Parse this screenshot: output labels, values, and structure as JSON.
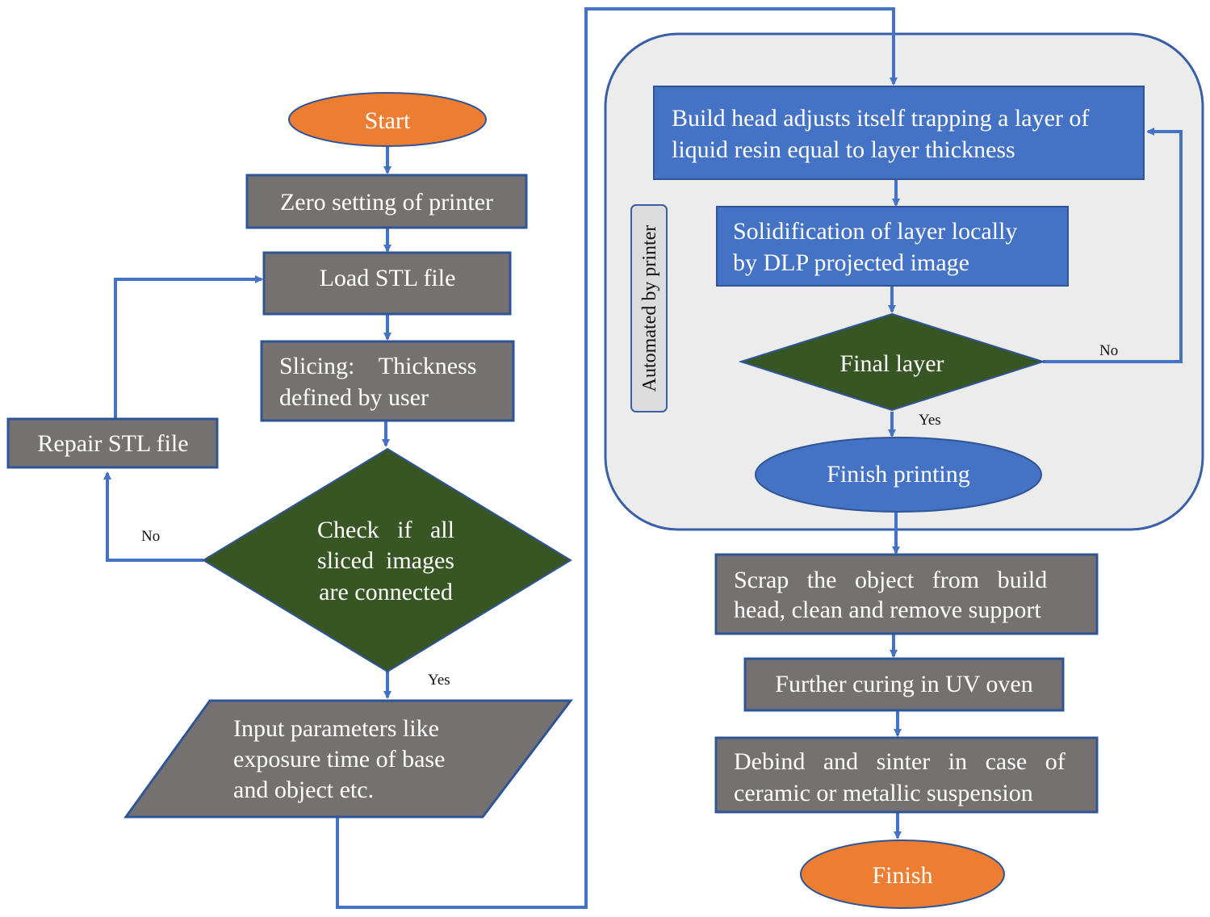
{
  "colors": {
    "orange": "#ed7d31",
    "gray": "#767171",
    "blue": "#4472c4",
    "green": "#375623",
    "panel": "#ececec",
    "edge": "#4472c4"
  },
  "nodes": {
    "start": "Start",
    "zero": "Zero setting of printer",
    "load": "Load STL file",
    "slicing": [
      "Slicing:    Thickness",
      "defined by user"
    ],
    "repair": "Repair STL file",
    "check": [
      "Check   if   all",
      "sliced  images",
      "are connected"
    ],
    "input": [
      "Input parameters like",
      "exposure time of base",
      "and object etc."
    ],
    "build": [
      "Build head adjusts itself trapping a layer of",
      "liquid resin equal to layer thickness"
    ],
    "solid": [
      "Solidification of layer locally",
      "by DLP projected image"
    ],
    "final": "Final layer",
    "finish_print": "Finish printing",
    "scrap": [
      "Scrap   the   object   from   build",
      "head, clean and remove support"
    ],
    "cure": "Further curing in UV oven",
    "debind": [
      "Debind   and   sinter   in   case   of",
      "ceramic or metallic suspension"
    ],
    "finish": "Finish"
  },
  "edge_labels": {
    "check_no": "No",
    "check_yes": "Yes",
    "final_no": "No",
    "final_yes": "Yes"
  },
  "group_label": "Automated by printer"
}
